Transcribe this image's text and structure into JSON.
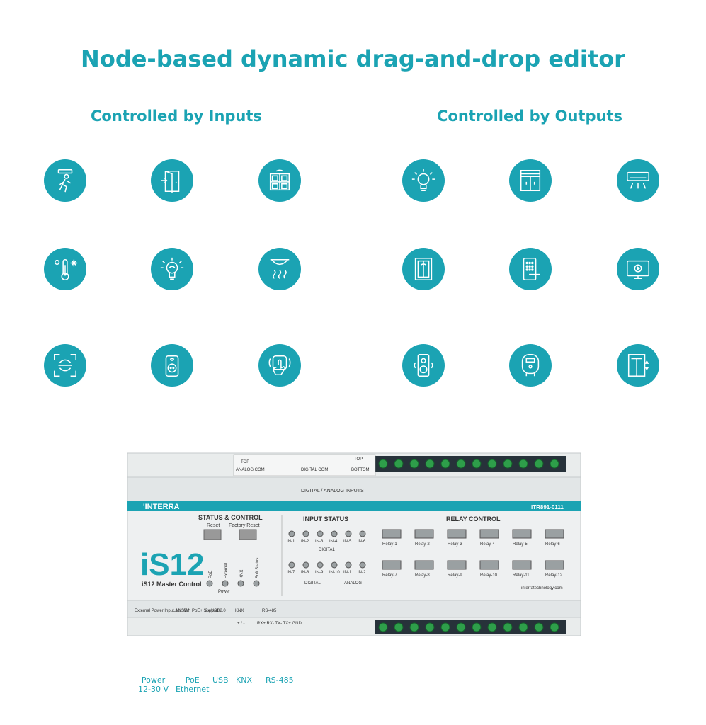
{
  "title": "Node-based dynamic drag-and-drop editor",
  "inputs_heading": "Controlled by Inputs",
  "outputs_heading": "Controlled by Outputs",
  "colors": {
    "accent": "#1ba3b3",
    "device_body": "#e8ebec",
    "terminal": "#2e9e4a"
  },
  "input_icons": [
    "motion-sensor-icon",
    "door-icon",
    "window-sensor-icon",
    "temperature-icon",
    "smart-bulb-icon",
    "smoke-detector-icon",
    "face-id-icon",
    "smart-plug-icon",
    "touch-button-icon"
  ],
  "output_icons": [
    "light-bulb-icon",
    "curtain-icon",
    "air-conditioner-icon",
    "smart-window-icon",
    "keypad-lock-icon",
    "tv-icon",
    "speaker-icon",
    "water-heater-icon",
    "elevator-icon"
  ],
  "device": {
    "brand": "'INTERRA",
    "model": "ITR891-0111",
    "product": "iS12",
    "product_sub": "iS12 Master Control",
    "website": "interratechnology.com",
    "status_title": "STATUS & CONTROL",
    "reset": "Reset",
    "factory_reset": "Factory Reset",
    "leds": [
      "PoE",
      "External",
      "KNX",
      "Soft Status"
    ],
    "power": "Power",
    "input_status": "INPUT STATUS",
    "inputs_row1": [
      "IN-1",
      "IN-2",
      "IN-3",
      "IN-4",
      "IN-5",
      "IN-6"
    ],
    "inputs_row2": [
      "IN-7",
      "IN-8",
      "IN-9",
      "IN-10",
      "IN-1",
      "IN-2"
    ],
    "digital": "DIGITAL",
    "analog": "ANALOG",
    "relay_control": "RELAY CONTROL",
    "relays": [
      "Relay-1",
      "Relay-2",
      "Relay-3",
      "Relay-4",
      "Relay-5",
      "Relay-6",
      "Relay-7",
      "Relay-8",
      "Relay-9",
      "Relay-10",
      "Relay-11",
      "Relay-12"
    ],
    "digital_analog_inputs": "DIGITAL / ANALOG INPUTS",
    "top": "TOP",
    "bottom": "BOTTOM",
    "analog_com": "ANALOG COM",
    "digital_com": "DIGITAL COM",
    "bottom_labels": [
      "External Power Input 12-30V",
      "LAN With PoE+ Support",
      "2x USB2.0",
      "KNX",
      "RS-485"
    ],
    "knx_pins": "+ / -",
    "rs485_pins": "RX+ RX- TX- TX+ GND"
  },
  "ports": [
    {
      "name": "Power",
      "sub": "12-30 V"
    },
    {
      "name": "PoE",
      "sub": "Ethernet"
    },
    {
      "name": "USB",
      "sub": ""
    },
    {
      "name": "KNX",
      "sub": ""
    },
    {
      "name": "RS-485",
      "sub": ""
    }
  ]
}
